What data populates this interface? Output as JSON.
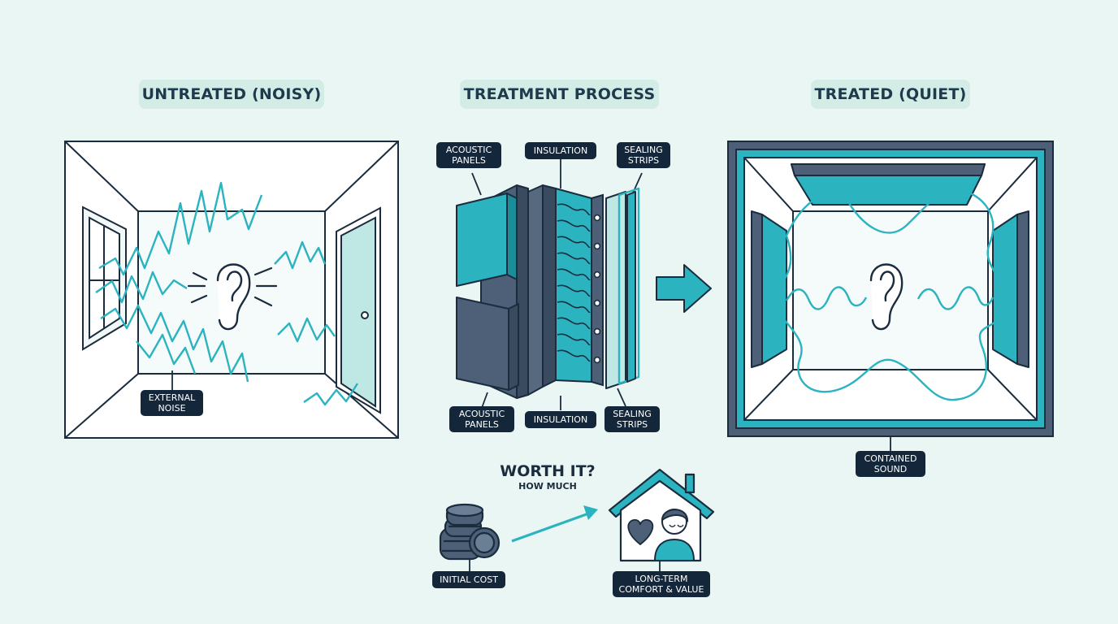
{
  "panels": {
    "untreated": {
      "title": "UNTREATED (NOISY)"
    },
    "process": {
      "title": "TREATMENT PROCESS"
    },
    "treated": {
      "title": "TREATED (QUIET)"
    }
  },
  "labels": {
    "external_noise": "EXTERNAL\nNOISE",
    "acoustic_panels_top": "ACOUSTIC\nPANELS",
    "insulation_top": "INSULATION",
    "sealing_strips_top": "SEALING\nSTRIPS",
    "acoustic_panels_bottom": "ACOUSTIC\nPANELS",
    "insulation_bottom": "INSULATION",
    "sealing_strips_bottom": "SEALING\nSTRIPS",
    "contained_sound": "CONTAINED\nSOUND",
    "initial_cost": "INITIAL COST",
    "long_term": "LONG-TERM\nCOMFORT & VALUE"
  },
  "question": {
    "title": "WORTH IT?",
    "subtitle": "HOW MUCH"
  },
  "icons": [
    "ear-icon",
    "window-icon",
    "door-icon",
    "arrow-right-icon",
    "coins-icon",
    "house-icon",
    "heart-icon",
    "person-icon"
  ],
  "colors": {
    "accent": "#2bb3c0",
    "dark": "#1a2c3d",
    "panel": "#4d6078",
    "background": "#eaf6f3"
  }
}
